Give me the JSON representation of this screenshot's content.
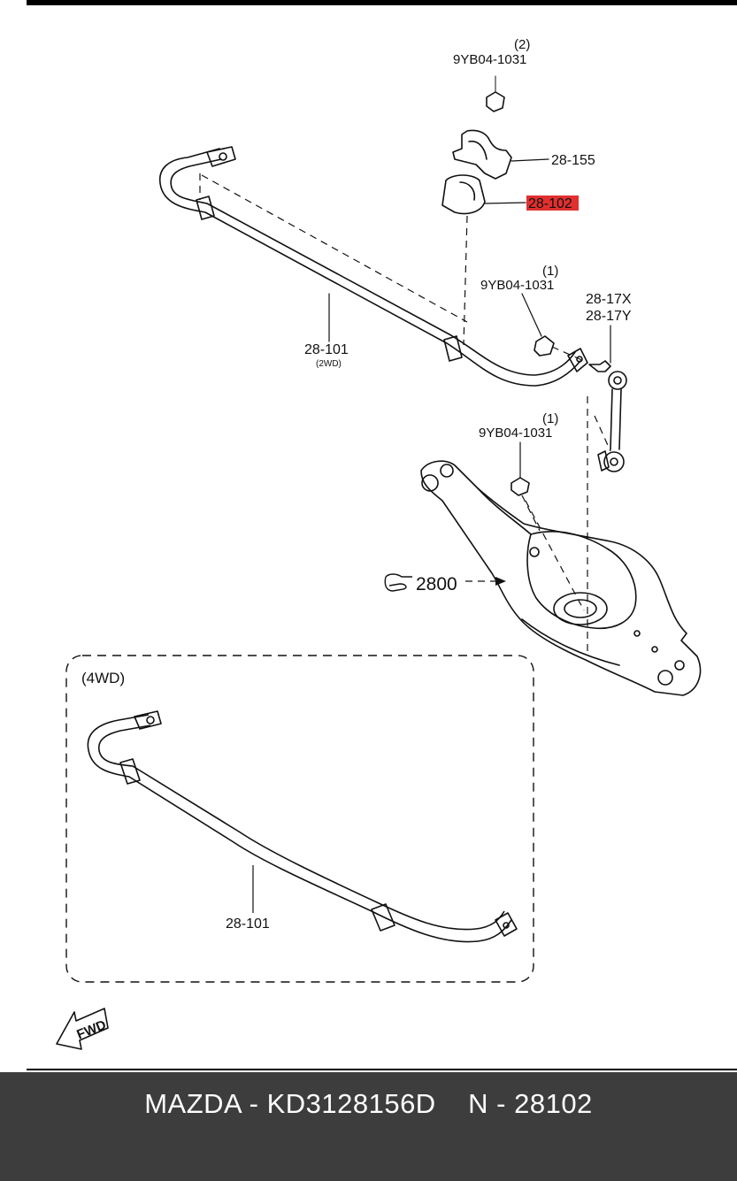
{
  "parts": {
    "nut_top_qty": "(2)",
    "nut_top_code": "9YB04-1031",
    "bracket": "28-155",
    "bushing": "28-102",
    "nut_mid_qty": "(1)",
    "nut_mid_code": "9YB04-1031",
    "link_x": "28-17X",
    "link_y": "28-17Y",
    "bar_2wd": "28-101",
    "bar_2wd_note": "(2WD)",
    "nut_low_qty": "(1)",
    "nut_low_code": "9YB04-1031",
    "arm": "2800",
    "section_4wd": "(4WD)",
    "bar_4wd": "28-101",
    "fwd": "FWD"
  },
  "footer": {
    "brand": "MAZDA",
    "part_number": "KD3128156D",
    "ref": "N - 28102"
  },
  "colors": {
    "highlight": "#e0302f",
    "footer_bg": "#3d3d3d"
  }
}
